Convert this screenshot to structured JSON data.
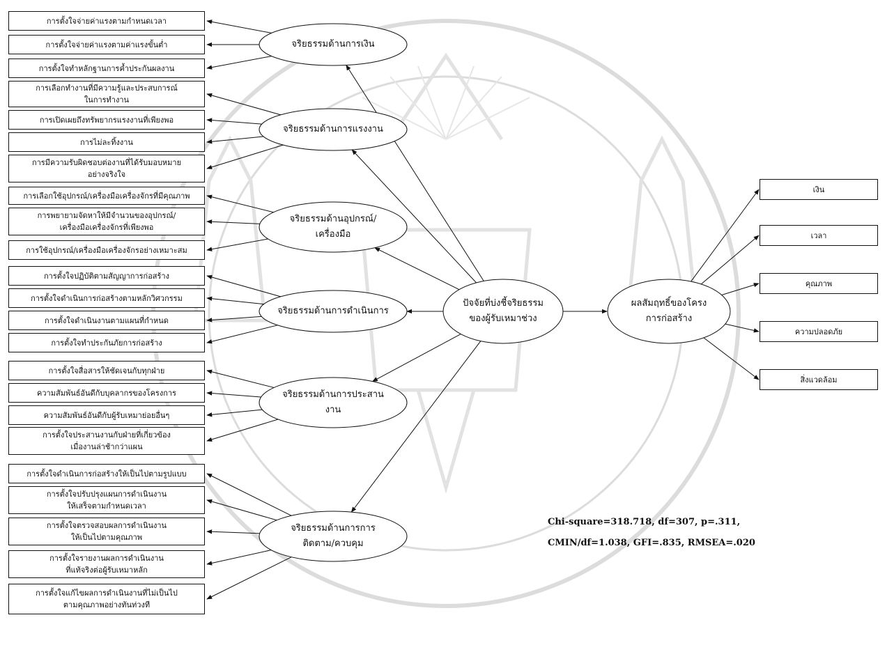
{
  "indicators": [
    {
      "id": "i1",
      "lines": [
        "การตั้งใจจ่ายค่าแรงตามกำหนดเวลา"
      ]
    },
    {
      "id": "i2",
      "lines": [
        "การตั้งใจจ่ายค่าแรงตามค่าแรงขั้นต่ำ"
      ]
    },
    {
      "id": "i3",
      "lines": [
        "การตั้งใจทำหลักฐานการค้ำประกันผลงาน"
      ]
    },
    {
      "id": "i4",
      "lines": [
        "การเลือกทำงานที่มีความรู้และประสบการณ์",
        "ในการทำงาน"
      ]
    },
    {
      "id": "i5",
      "lines": [
        "การเปิดเผยถึงทรัพยากรแรงงานที่เพียงพอ"
      ]
    },
    {
      "id": "i6",
      "lines": [
        "การไม่ละทิ้งงาน"
      ]
    },
    {
      "id": "i7",
      "lines": [
        "การมีความรับผิดชอบต่องานที่ได้รับมอบหมาย",
        "อย่างจริงใจ"
      ]
    },
    {
      "id": "i8",
      "lines": [
        "การเลือกใช้อุปกรณ์/เครื่องมือเครื่องจักรที่มีคุณภาพ"
      ]
    },
    {
      "id": "i9",
      "lines": [
        "การพยายามจัดหาให้มีจำนวนของอุปกรณ์/",
        "เครื่องมือเครื่องจักรที่เพียงพอ"
      ]
    },
    {
      "id": "i10",
      "lines": [
        "การใช้อุปกรณ์/เครื่องมือเครื่องจักรอย่างเหมาะสม"
      ]
    },
    {
      "id": "i11",
      "lines": [
        "การตั้งใจปฏิบัติตามสัญญาการก่อสร้าง"
      ]
    },
    {
      "id": "i12",
      "lines": [
        "การตั้งใจดำเนินการก่อสร้างตามหลักวิศวกรรม"
      ]
    },
    {
      "id": "i13",
      "lines": [
        "การตั้งใจดำเนินงานตามแผนที่กำหนด"
      ]
    },
    {
      "id": "i14",
      "lines": [
        "การตั้งใจทำประกันภัยการก่อสร้าง"
      ]
    },
    {
      "id": "i15",
      "lines": [
        "การตั้งใจสื่อสารให้ชัดเจนกับทุกฝ่าย"
      ]
    },
    {
      "id": "i16",
      "lines": [
        "ความสัมพันธ์อันดีกับบุคลากรของโครงการ"
      ]
    },
    {
      "id": "i17",
      "lines": [
        "ความสัมพันธ์อันดีกับผู้รับเหมาย่อยอื่นๆ"
      ]
    },
    {
      "id": "i18",
      "lines": [
        "การตั้งใจประสานงานกับฝ่ายที่เกี่ยวข้อง",
        "เมื่องานล่าช้ากว่าแผน"
      ]
    },
    {
      "id": "i19",
      "lines": [
        "การตั้งใจดำเนินการก่อสร้างให้เป็นไปตามรูปแบบ"
      ]
    },
    {
      "id": "i20",
      "lines": [
        "การตั้งใจปรับปรุงแผนการดำเนินงาน",
        "ให้เสร็จตามกำหนดเวลา"
      ]
    },
    {
      "id": "i21",
      "lines": [
        "การตั้งใจตรวจสอบผลการดำเนินงาน",
        "ให้เป็นไปตามคุณภาพ"
      ]
    },
    {
      "id": "i22",
      "lines": [
        "การตั้งใจรายงานผลการดำเนินงาน",
        "ที่แท้จริงต่อผู้รับเหมาหลัก"
      ]
    },
    {
      "id": "i23",
      "lines": [
        "การตั้งใจแก้ไขผลการดำเนินงานที่ไม่เป็นไป",
        "ตามคุณภาพอย่างทันท่วงที"
      ]
    }
  ],
  "factors": [
    {
      "id": "f1",
      "lines": [
        "จริยธรรมด้านการเงิน"
      ]
    },
    {
      "id": "f2",
      "lines": [
        "จริยธรรมด้านการแรงงาน"
      ]
    },
    {
      "id": "f3",
      "lines": [
        "จริยธรรมด้านอุปกรณ์/",
        "เครื่องมือ"
      ]
    },
    {
      "id": "f4",
      "lines": [
        "จริยธรรมด้านการดำเนินการ"
      ]
    },
    {
      "id": "f5",
      "lines": [
        "จริยธรรมด้านการประสาน",
        "งาน"
      ]
    },
    {
      "id": "f6",
      "lines": [
        "จริยธรรมด้านการการ",
        "ติดตาม/ควบคุม"
      ]
    }
  ],
  "central": {
    "lines": [
      "ปัจจัยที่บ่งชี้จริยธรรม",
      "ของผู้รับเหมาช่วง"
    ]
  },
  "outcome": {
    "lines": [
      "ผลสัมฤทธิ์ของโครง",
      "การก่อสร้าง"
    ]
  },
  "outcome_indicators": [
    {
      "id": "o1",
      "label": "เงิน"
    },
    {
      "id": "o2",
      "label": "เวลา"
    },
    {
      "id": "o3",
      "label": "คุณภาพ"
    },
    {
      "id": "o4",
      "label": "ความปลอดภัย"
    },
    {
      "id": "o5",
      "label": "สิ่งแวดล้อม"
    }
  ],
  "fit_stats": {
    "line1": "Chi-square=318.718, df=307, p=.311,",
    "line2": "CMIN/df=1.038, GFI=.835, RMSEA=.020"
  },
  "colors": {
    "ink": "#111111",
    "watermark": "#d9d9d9"
  }
}
